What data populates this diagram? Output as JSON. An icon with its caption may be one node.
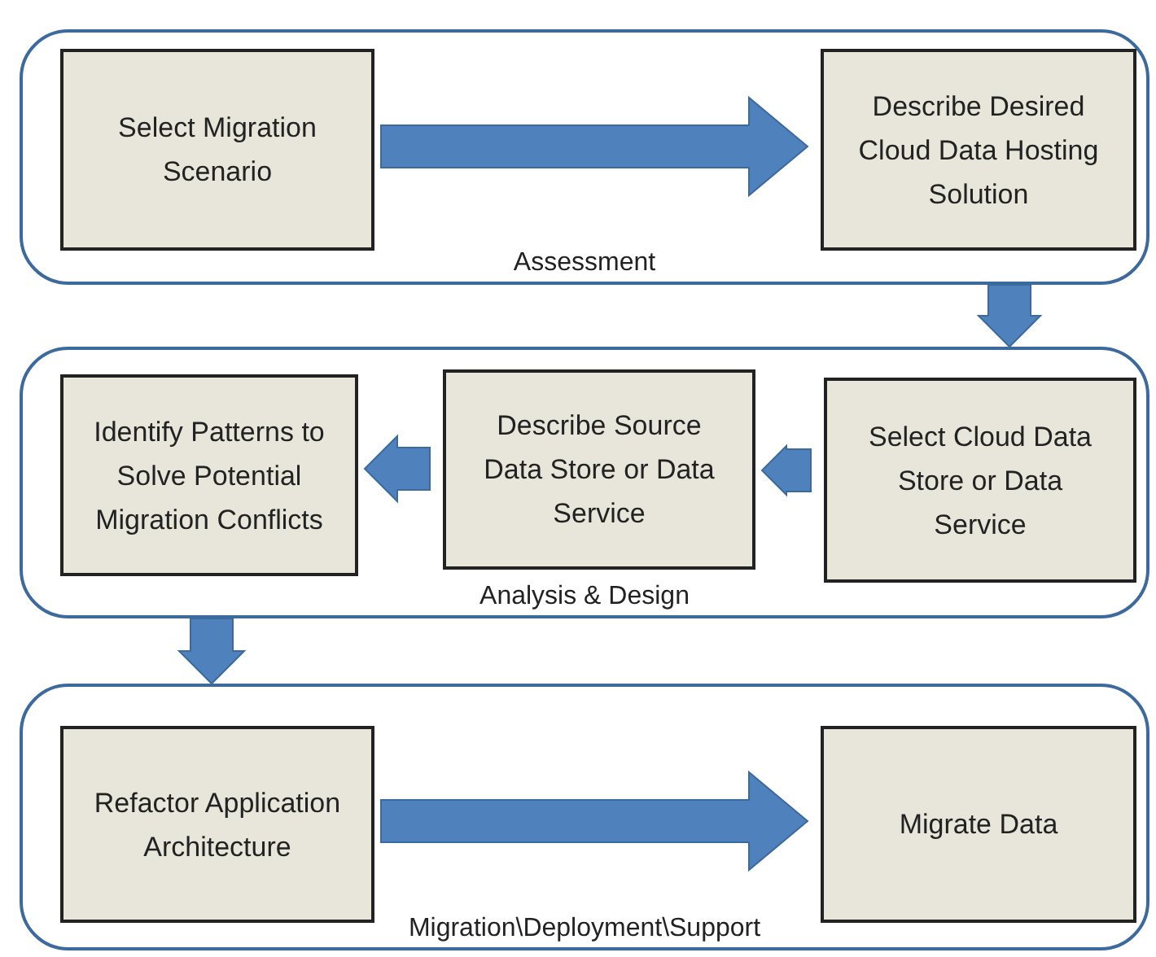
{
  "diagram": {
    "nodes": [
      {
        "text": [
          "Assessment"
        ]
      },
      {
        "text": [
          "Select Migration Scenario"
        ],
        "in": 0
      },
      {
        "text": [
          "Describe Desired Cloud Data Hosting Solution"
        ],
        "in": 0
      },
      {
        "text": [
          "Analysis & Design"
        ]
      },
      {
        "text": [
          "Identify Patterns to Solve Potential Migration Conflicts"
        ],
        "in": 3
      },
      {
        "text": [
          "Describe Source Data Store or Data Service"
        ],
        "in": 3
      },
      {
        "text": [
          "Select Cloud Data Store or Data Service"
        ],
        "in": 3
      },
      {
        "text": [
          "Migration\\Deployment\\Support"
        ]
      },
      {
        "text": [
          "Refactor Application Architecture"
        ],
        "in": 7
      },
      {
        "text": [
          "Migrate Data"
        ],
        "in": 7
      }
    ],
    "edges": [
      {
        "from": 1,
        "to": 2,
        "arrow": "to",
        "style": "thick"
      },
      {
        "from": 0,
        "to": 3,
        "arrow": "to",
        "style": "thick"
      },
      {
        "from": 6,
        "to": 5,
        "arrow": "to",
        "style": "thick"
      },
      {
        "from": 5,
        "to": 4,
        "arrow": "to",
        "style": "thick"
      },
      {
        "from": 3,
        "to": 7,
        "arrow": "to",
        "style": "thick"
      },
      {
        "from": 8,
        "to": 9,
        "arrow": "to",
        "style": "thick"
      }
    ]
  }
}
